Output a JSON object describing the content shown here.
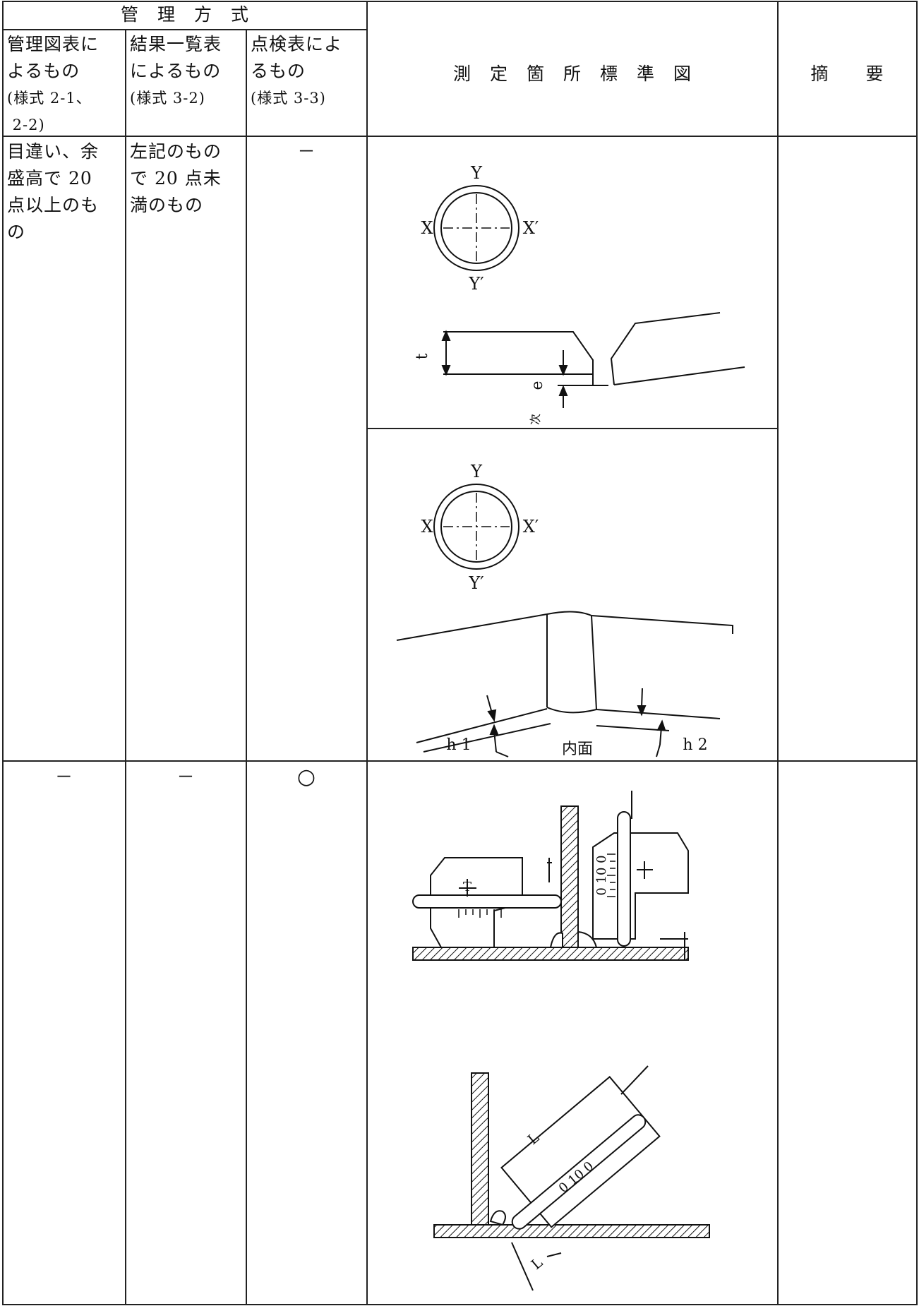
{
  "header": {
    "group_label": "管　理　方　式",
    "col1": [
      "管理図表に",
      "よるもの",
      "(様式 2-1、",
      " 2-2)"
    ],
    "col2": [
      "結果一覧表",
      "によるもの",
      "(様式 3-2)"
    ],
    "col3": [
      "点検表によ",
      "るもの",
      "(様式 3-3)"
    ],
    "col4": "測　定　箇　所　標　準　図",
    "col5": "摘　　要"
  },
  "row1": {
    "col1": [
      "目違い、余",
      "盛高で 20",
      "点以上のも",
      "の"
    ],
    "col2": [
      "左記のもの",
      "で 20 点未",
      "満のもの"
    ],
    "col3": "－"
  },
  "row2": {
    "col1": "－",
    "col2": "－",
    "col3": "○"
  },
  "figure1": {
    "top": "Y",
    "bottom": "Y′",
    "left": "X",
    "right": "X′",
    "thickness": "t",
    "offset": "e",
    "next": "次"
  },
  "figure2": {
    "top": "Y",
    "bottom": "Y′",
    "left": "X",
    "right": "X′",
    "h1": "h 1",
    "h2": "h 2",
    "inner": "内面"
  },
  "figure3": {
    "t": "T",
    "scale": "0 10 0"
  },
  "figure4": {
    "l": "L",
    "scale": "0 10 0"
  }
}
